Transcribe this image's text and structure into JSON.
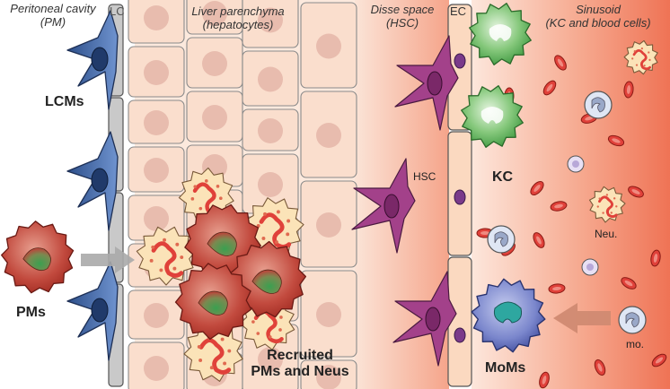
{
  "regions": {
    "peritoneal": {
      "line1": "Peritoneal cavity",
      "line2": "(PM)"
    },
    "lc": {
      "label": "LC"
    },
    "liver": {
      "line1": "Liver parenchyma",
      "line2": "(hepatocytes)"
    },
    "disse": {
      "line1": "Disse space",
      "line2": "(HSC)"
    },
    "ec": {
      "label": "EC"
    },
    "sinusoid": {
      "line1": "Sinusoid",
      "line2": "(KC and blood cells)"
    }
  },
  "cells": {
    "lcms": "LCMs",
    "pms": "PMs",
    "recruited_line1": "Recruited",
    "recruited_line2": "PMs and Neus",
    "hsc": "HSC",
    "kc": "KC",
    "neu": "Neu.",
    "moms": "MoMs",
    "mo": "mo."
  },
  "colors": {
    "liver_cell": "#f9ddcb",
    "lc_bar": "#c8c8c8",
    "lcm_blue": "#3a5f9c",
    "hsc_purple": "#9c3a7e",
    "kc_green": "#5cb05c",
    "pm_red": "#c0403a",
    "neu_peach": "#f9e0b0",
    "moms_blue": "#6a78c0",
    "sinusoid_grad": "#f07b5e",
    "arrow_grey": "#a8a8a8",
    "arrow_red": "#d08a70"
  }
}
